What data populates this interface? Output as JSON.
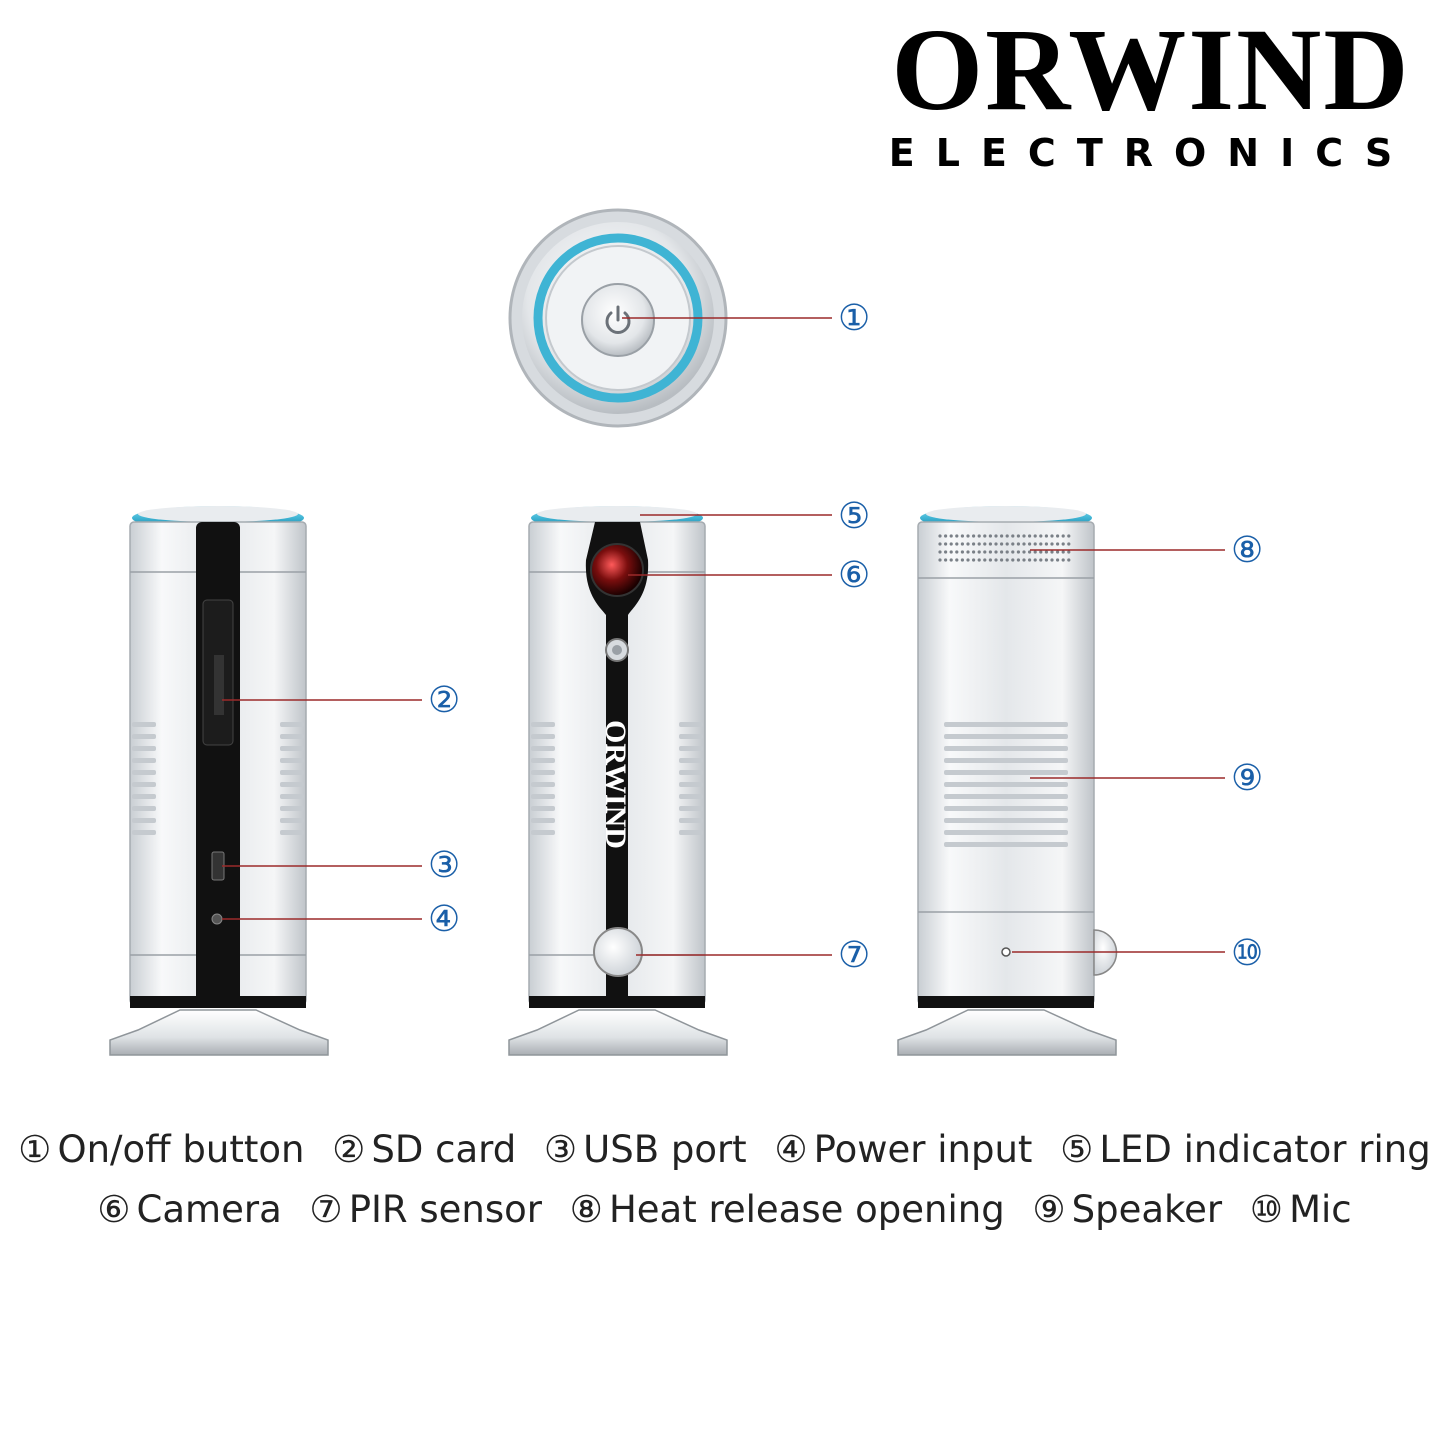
{
  "brand": {
    "name": "ORWIND",
    "tagline": "ELECTRONICS"
  },
  "device": {
    "body_logo": "ORWIND"
  },
  "callouts": [
    {
      "num": "①",
      "label": "On/off button"
    },
    {
      "num": "②",
      "label": "SD card"
    },
    {
      "num": "③",
      "label": "USB port"
    },
    {
      "num": "④",
      "label": "Power input"
    },
    {
      "num": "⑤",
      "label": "LED indicator ring"
    },
    {
      "num": "⑥",
      "label": "Camera"
    },
    {
      "num": "⑦",
      "label": "PIR sensor"
    },
    {
      "num": "⑧",
      "label": "Heat release opening"
    },
    {
      "num": "⑨",
      "label": "Speaker"
    },
    {
      "num": "⑩",
      "label": "Mic"
    }
  ],
  "colors": {
    "led_ring": "#3fb4d4",
    "leader_line": "#9b2a2a",
    "callout_number": "#1a5fa8",
    "device_body": "#e9ecef",
    "device_stripe": "#111111"
  }
}
